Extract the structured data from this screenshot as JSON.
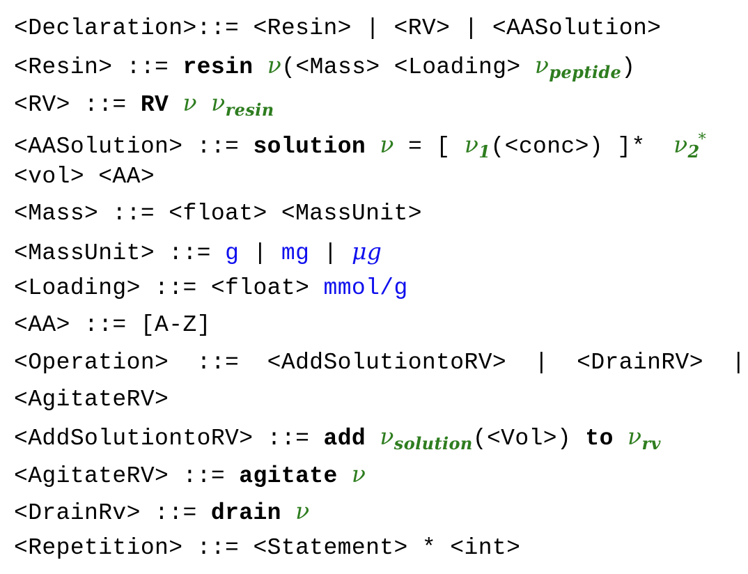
{
  "colors": {
    "variable": "#2e7d1f",
    "unit": "#1010ee",
    "text": "#000000"
  },
  "lines": [
    [
      {
        "c": "t",
        "s": "<Declaration>::= <Resin> | <RV> | <AASolution>"
      }
    ],
    [
      {
        "c": "t",
        "s": "<Resin> ::= "
      },
      {
        "c": "k",
        "s": "resin"
      },
      {
        "c": "t",
        "s": " "
      },
      {
        "c": "v",
        "s": "ν"
      },
      {
        "c": "t",
        "s": "(<Mass> <Loading> "
      },
      {
        "c": "v",
        "s": "ν",
        "sub": "peptide"
      },
      {
        "c": "t",
        "s": ")"
      }
    ],
    [
      {
        "c": "t",
        "s": "<RV> ::= "
      },
      {
        "c": "k",
        "s": "RV"
      },
      {
        "c": "t",
        "s": " "
      },
      {
        "c": "v",
        "s": "ν"
      },
      {
        "c": "t",
        "s": " "
      },
      {
        "c": "v",
        "s": "ν",
        "sub": "resin"
      }
    ],
    [
      {
        "c": "t",
        "s": "<AASolution> ::= "
      },
      {
        "c": "k",
        "s": "solution"
      },
      {
        "c": "t",
        "s": " "
      },
      {
        "c": "v",
        "s": "ν"
      },
      {
        "c": "t",
        "s": " = [ "
      },
      {
        "c": "v",
        "s": "ν",
        "sub": "1"
      },
      {
        "c": "t",
        "s": "(<conc>) ]*  "
      },
      {
        "c": "v",
        "s": "ν",
        "sub": "2",
        "sup": "*"
      }
    ],
    [
      {
        "c": "t",
        "s": "<vol> <AA>"
      }
    ],
    [
      {
        "c": "t",
        "s": "<Mass> ::= <float> <MassUnit>"
      }
    ],
    [
      {
        "c": "t",
        "s": "<MassUnit> ::= "
      },
      {
        "c": "u",
        "s": "g"
      },
      {
        "c": "t",
        "s": " | "
      },
      {
        "c": "u",
        "s": "mg"
      },
      {
        "c": "t",
        "s": " | "
      },
      {
        "c": "ui",
        "s": "μg"
      }
    ],
    [
      {
        "c": "t",
        "s": "<Loading> ::= <float> "
      },
      {
        "c": "u",
        "s": "mmol/g"
      }
    ],
    [
      {
        "c": "t",
        "s": "<AA> ::= [A-Z]"
      }
    ],
    [
      {
        "c": "t",
        "s": "<Operation>  ::=  <AddSolutiontoRV>  |  <DrainRV>  |"
      }
    ],
    [
      {
        "c": "t",
        "s": "<AgitateRV>"
      }
    ],
    [
      {
        "c": "t",
        "s": "<AddSolutiontoRV> ::= "
      },
      {
        "c": "k",
        "s": "add"
      },
      {
        "c": "t",
        "s": " "
      },
      {
        "c": "v",
        "s": "ν",
        "sub": "solution"
      },
      {
        "c": "t",
        "s": "(<Vol>) "
      },
      {
        "c": "k",
        "s": "to"
      },
      {
        "c": "t",
        "s": " "
      },
      {
        "c": "v",
        "s": "ν",
        "sub": "rv"
      }
    ],
    [
      {
        "c": "t",
        "s": "<AgitateRV> ::= "
      },
      {
        "c": "k",
        "s": "agitate"
      },
      {
        "c": "t",
        "s": " "
      },
      {
        "c": "v",
        "s": "ν"
      }
    ],
    [
      {
        "c": "t",
        "s": "<DrainRv> ::= "
      },
      {
        "c": "k",
        "s": "drain"
      },
      {
        "c": "t",
        "s": " "
      },
      {
        "c": "v",
        "s": "ν"
      }
    ],
    [
      {
        "c": "t",
        "s": "<Repetition> ::= <Statement> * <int>"
      }
    ]
  ]
}
